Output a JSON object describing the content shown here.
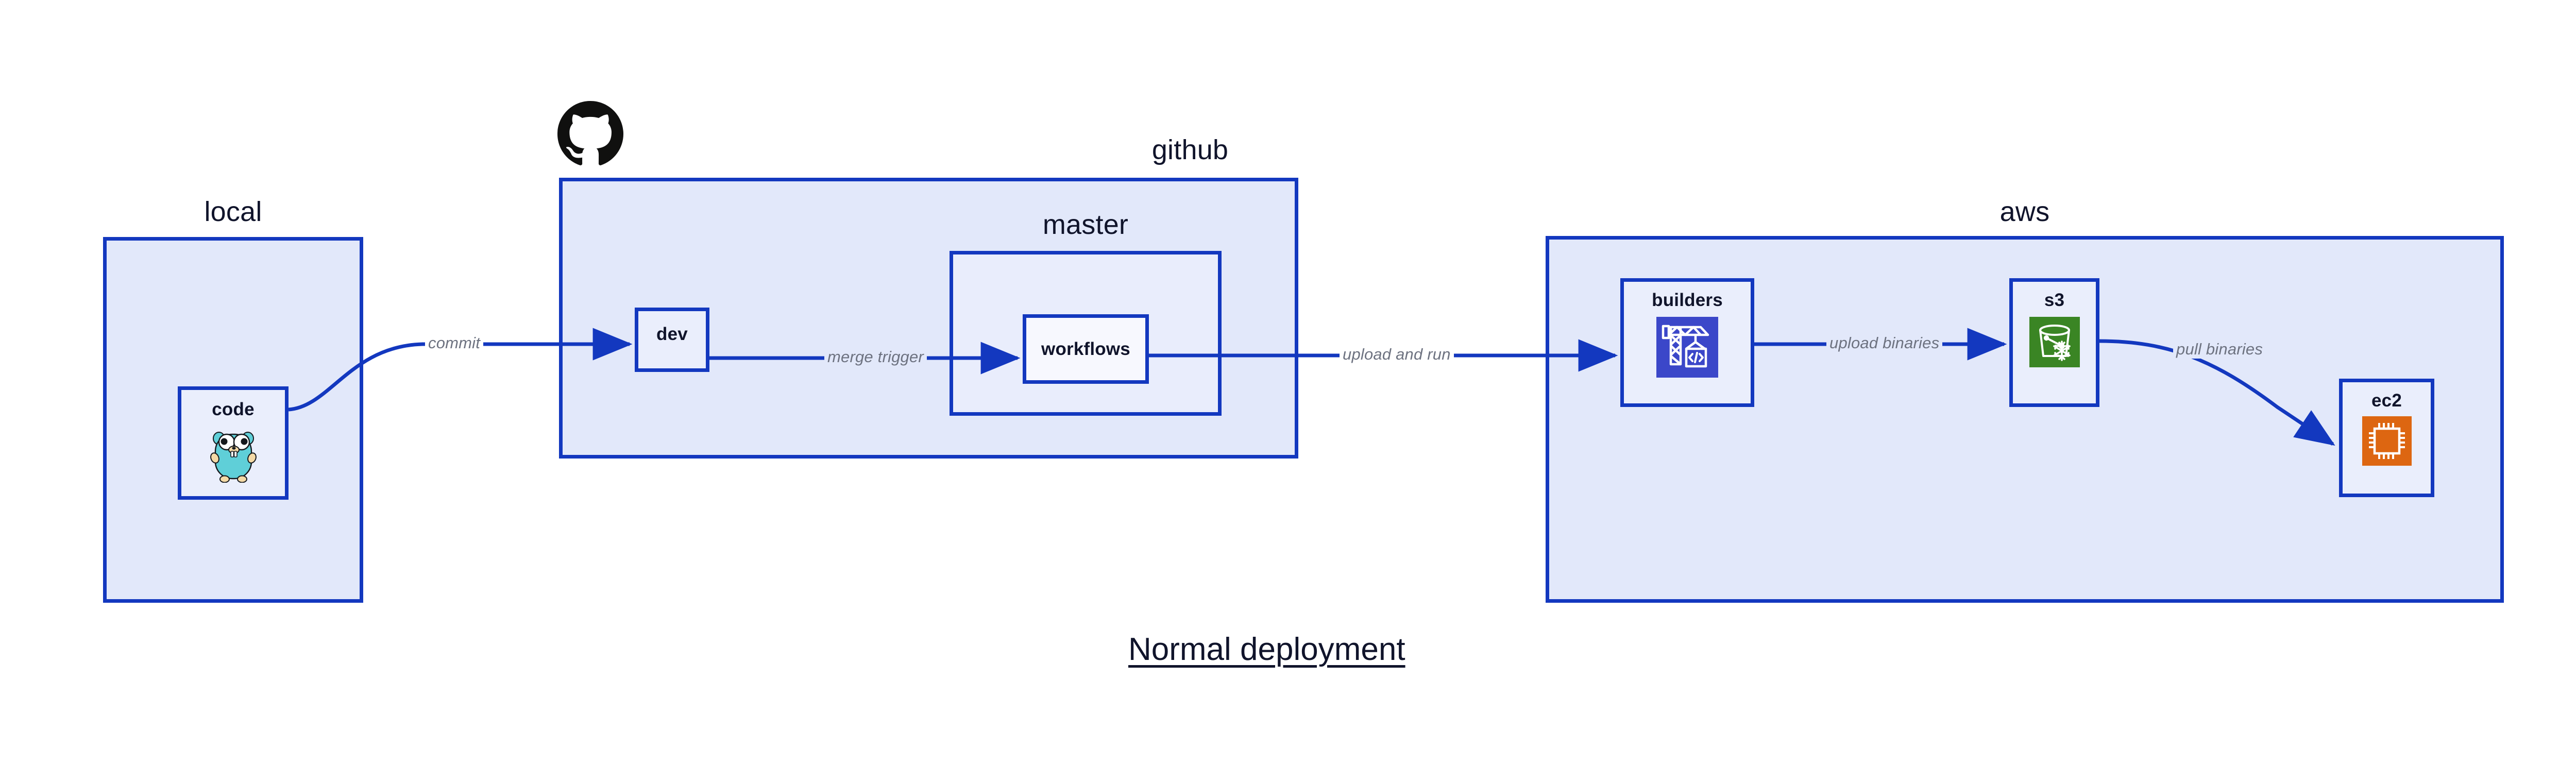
{
  "title": "Normal deployment",
  "groups": [
    {
      "key": "local",
      "label": "local"
    },
    {
      "key": "github",
      "label": "github"
    },
    {
      "key": "master",
      "label": "master"
    },
    {
      "key": "aws",
      "label": "aws"
    }
  ],
  "nodes": [
    {
      "key": "code",
      "label": "code",
      "icon": "go-gopher-icon"
    },
    {
      "key": "dev",
      "label": "dev",
      "icon": "none"
    },
    {
      "key": "workflows",
      "label": "workflows",
      "icon": "none"
    },
    {
      "key": "builders",
      "label": "builders",
      "icon": "aws-codebuild-crane-icon"
    },
    {
      "key": "s3",
      "label": "s3",
      "icon": "aws-s3-glacier-bucket-icon"
    },
    {
      "key": "ec2",
      "label": "ec2",
      "icon": "aws-ec2-chip-icon"
    }
  ],
  "edges": [
    {
      "key": "commit",
      "label": "commit",
      "from": "code",
      "to": "dev"
    },
    {
      "key": "merge-trigger",
      "label": "merge trigger",
      "from": "dev",
      "to": "workflows"
    },
    {
      "key": "upload-and-run",
      "label": "upload and run",
      "from": "workflows",
      "to": "builders"
    },
    {
      "key": "upload-binaries",
      "label": "upload binaries",
      "from": "builders",
      "to": "s3"
    },
    {
      "key": "pull-binaries",
      "label": "pull binaries",
      "from": "s3",
      "to": "ec2"
    }
  ],
  "logos": [
    {
      "key": "github-logo",
      "name": "github-octocat-icon"
    }
  ],
  "colors": {
    "edge": "#1338bf",
    "group_border": "#1338bf",
    "group_fill": "#e2e8fa",
    "group_fill_inner": "#e9edfc",
    "node_fill": "#eaeefc",
    "node_fill_white": "#f7f8fe",
    "text": "#10142b",
    "edge_label": "#6d7280",
    "codebuild_blue": "#3b47c9",
    "s3_green": "#3a8524",
    "ec2_orange": "#dd6611",
    "gopher_teal": "#5fcfd8"
  }
}
